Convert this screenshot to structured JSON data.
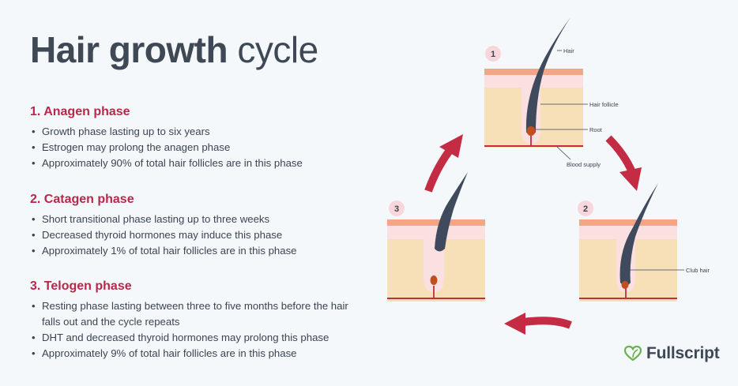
{
  "title": {
    "bold": "Hair growth",
    "light": "cycle"
  },
  "phases": [
    {
      "heading": "1. Anagen phase",
      "bullets": [
        "Growth phase lasting up to six years",
        "Estrogen may prolong the anagen phase",
        "Approximately 90% of total hair follicles are in this phase"
      ]
    },
    {
      "heading": "2. Catagen phase",
      "bullets": [
        "Short transitional phase lasting up to three weeks",
        "Decreased thyroid hormones may induce this phase",
        "Approximately 1% of total hair follicles are in this phase"
      ]
    },
    {
      "heading": "3. Telogen phase",
      "bullets": [
        "Resting phase lasting between three to five months before the hair falls out and the cycle repeats",
        "DHT and decreased thyroid hormones may prolong this phase",
        "Approximately 9% of total hair follicles are in this phase"
      ]
    }
  ],
  "diagram": {
    "stage_numbers": [
      "1",
      "2",
      "3"
    ],
    "labels": {
      "hair": "Hair",
      "hair_follicle": "Hair follicle",
      "root": "Root",
      "blood_supply": "Blood supply",
      "club_hair": "Club hair"
    }
  },
  "brand": {
    "name": "Fullscript"
  },
  "colors": {
    "accent": "#b8284a",
    "text": "#3b4452",
    "arrow": "#c42c44",
    "skin_top": "#f2a687",
    "skin_pink": "#fbe0e2",
    "skin_tissue": "#f7dfb8",
    "hair": "#3f4a5c",
    "brand_green": "#6ab04c"
  }
}
